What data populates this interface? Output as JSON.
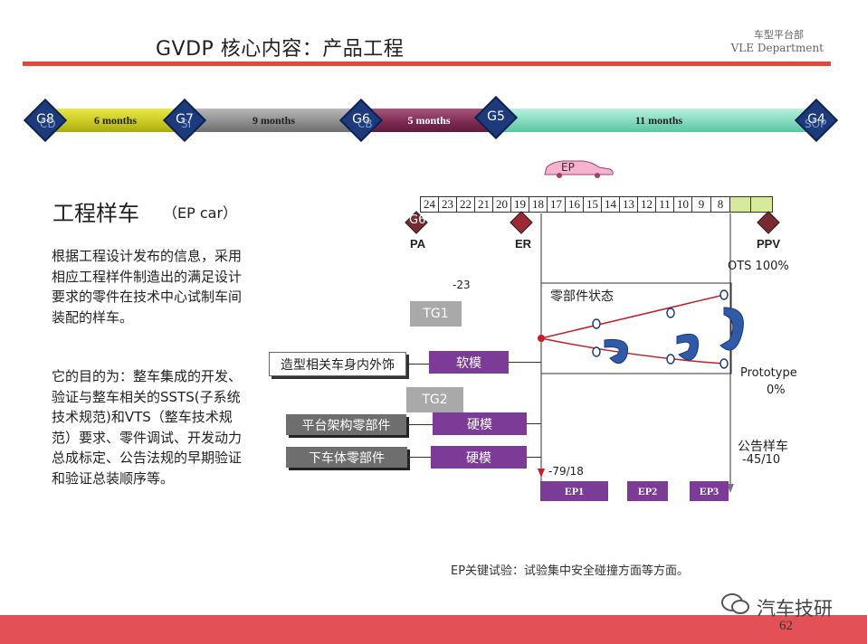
{
  "header": {
    "title": "GVDP 核心内容：产品工程",
    "dept_cn": "车型平台部",
    "dept_en": "VLE Department"
  },
  "timeline": {
    "gates": [
      "G8",
      "G7",
      "G6",
      "G5",
      "G4"
    ],
    "ghost_labels": [
      "CD",
      "SI",
      "CB",
      "SOP"
    ],
    "segments": [
      "6 months",
      "9 months",
      "5 months",
      "11 months"
    ],
    "colors": {
      "seg1": "#c7c721",
      "seg2": "#8b8b8b",
      "seg3": "#7a2a4f",
      "seg4": "#7ed8bb",
      "gate": "#1d3a7c"
    }
  },
  "ep_car_label": "EP",
  "weeks": [
    "24",
    "23",
    "22",
    "21",
    "20",
    "19",
    "18",
    "17",
    "16",
    "15",
    "14",
    "13",
    "12",
    "11",
    "10",
    "9",
    "8"
  ],
  "milestones": {
    "g6": "G6",
    "pa": "PA",
    "er": "ER",
    "ppv": "PPV"
  },
  "left": {
    "heading": "工程样车",
    "heading_sub": "（EP car）",
    "para1": "根据工程设计发布的信息，采用相应工程样件制造出的满足设计要求的零件在技术中心试制车间装配的样车。",
    "para2": "它的目的为：整车集成的开发、验证与整车相关的SSTS(子系统技术规范)和VTS（整车技术规范）要求、零件调试、开发动力总成标定、公告法规的早期验证和验证总装顺序等。"
  },
  "diagram": {
    "minus23": "-23",
    "tg1": "TG1",
    "tg2": "TG2",
    "styling": "造型相关车身内外饰",
    "soft_tool": "软模",
    "platform": "平台架构零部件",
    "hard_tool1": "硬模",
    "underbody": "下车体零部件",
    "hard_tool2": "硬模",
    "parts_status": "零部件状态",
    "ots": "OTS 100%",
    "prototype": "Prototype",
    "prototype_pct": "0%",
    "notice_car": "公告样车",
    "notice_val": "-45/10",
    "minus79": "-79/18",
    "ep1": "EP1",
    "ep2": "EP2",
    "ep3": "EP3"
  },
  "ep_note": "EP关键试验：试验集中安全碰撞方面等方面。",
  "watermark": "汽车技研",
  "page_number": "62"
}
